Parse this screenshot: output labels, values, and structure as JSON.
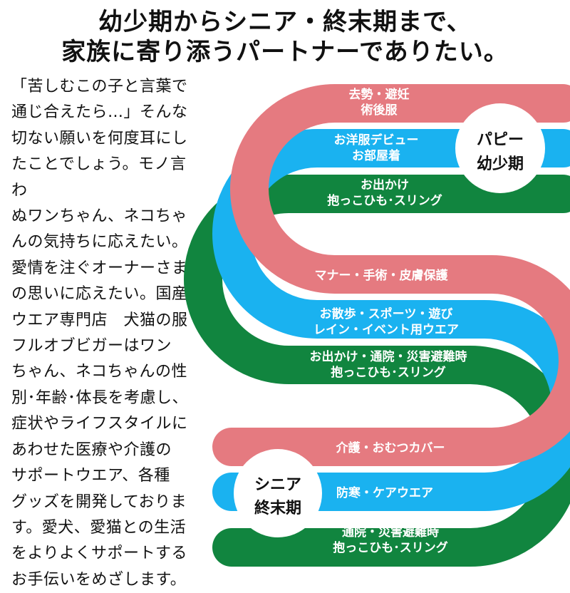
{
  "headline": {
    "line1": "幼少期からシニア・終末期まで、",
    "line2": "家族に寄り添うパートナーでありたい。"
  },
  "body_lines": [
    "「苦しむこの子と言葉で",
    "通じ合えたら…」そんな",
    "切ない願いを何度耳にし",
    "たことでしょう。モノ言わ",
    "ぬワンちゃん、ネコちゃ",
    "んの気持ちに応えたい。",
    "愛情を注ぐオーナーさま",
    "の思いに応えたい。国産",
    "ウエア専門店　犬猫の服",
    "フルオブビガーはワン",
    "ちゃん、ネコちゃんの性",
    "別･年齢･体長を考慮し、",
    "症状やライフスタイルに",
    "あわせた医療や介護の",
    "サポートウエア、各種",
    "グッズを開発しておりま",
    "す。愛犬、愛猫との生活",
    "をよりよくサポートする",
    "お手伝いをめざします。"
  ],
  "colors": {
    "pink": "#E57A80",
    "blue": "#1AB2F0",
    "green": "#11853F"
  },
  "stages": {
    "puppy": {
      "line1": "パピー",
      "line2": "幼少期"
    },
    "senior": {
      "line1": "シニア",
      "line2": "終末期"
    }
  },
  "bands": {
    "top_pink": [
      "去勢・避妊",
      "術後服"
    ],
    "top_blue": [
      "お洋服デビュー",
      "お部屋着"
    ],
    "top_green": [
      "お出かけ",
      "抱っこひも･スリング"
    ],
    "mid_pink": [
      "マナー・手術・皮膚保護"
    ],
    "mid_blue": [
      "お散歩・スポーツ・遊び",
      "レイン・イベント用ウエア"
    ],
    "mid_green": [
      "お出かけ・通院・災害避難時",
      "抱っこひも･スリング"
    ],
    "bot_pink": [
      "介護・おむつカバー"
    ],
    "bot_blue": [
      "防寒・ケアウエア"
    ],
    "bot_green": [
      "通院・災害避難時",
      "抱っこひも･スリング"
    ]
  }
}
